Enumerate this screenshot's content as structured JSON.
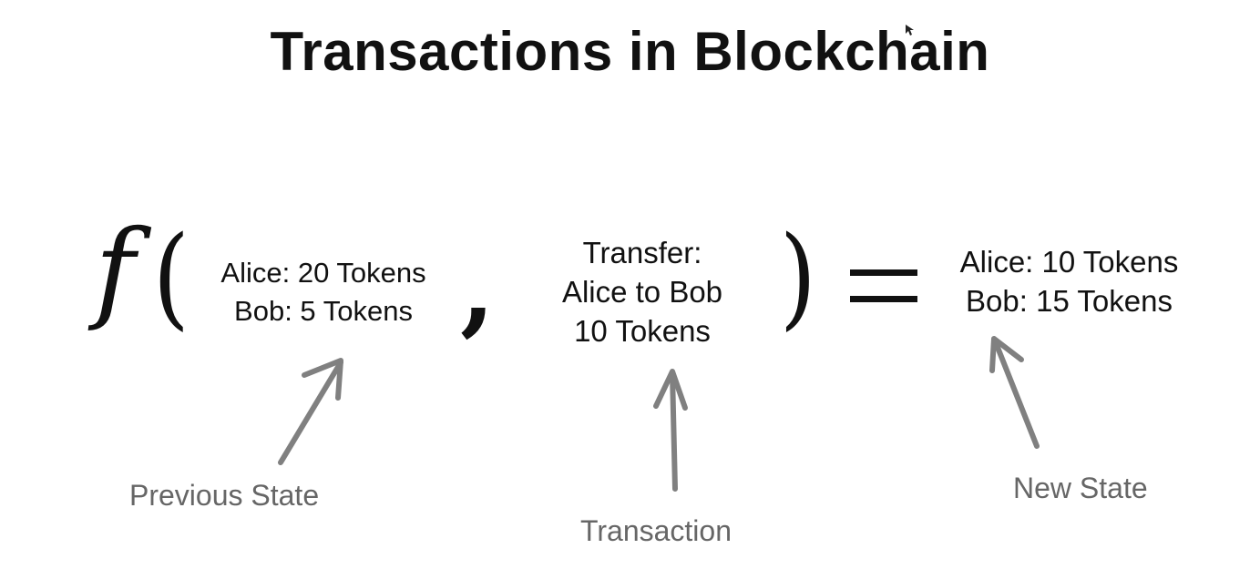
{
  "title": "Transactions in Blockchain",
  "equation": {
    "function_symbol": "f",
    "open_paren": "(",
    "close_paren": ")",
    "comma": ","
  },
  "previous_state": {
    "lines": [
      "Alice: 20 Tokens",
      "Bob: 5 Tokens"
    ]
  },
  "transaction": {
    "lines": [
      "Transfer:",
      "Alice to Bob",
      "10 Tokens"
    ]
  },
  "new_state": {
    "lines": [
      "Alice: 10 Tokens",
      "Bob: 15 Tokens"
    ]
  },
  "labels": {
    "previous_state": "Previous State",
    "transaction": "Transaction",
    "new_state": "New State"
  },
  "colors": {
    "text": "#111111",
    "caption": "#666666",
    "arrow": "#808080"
  }
}
